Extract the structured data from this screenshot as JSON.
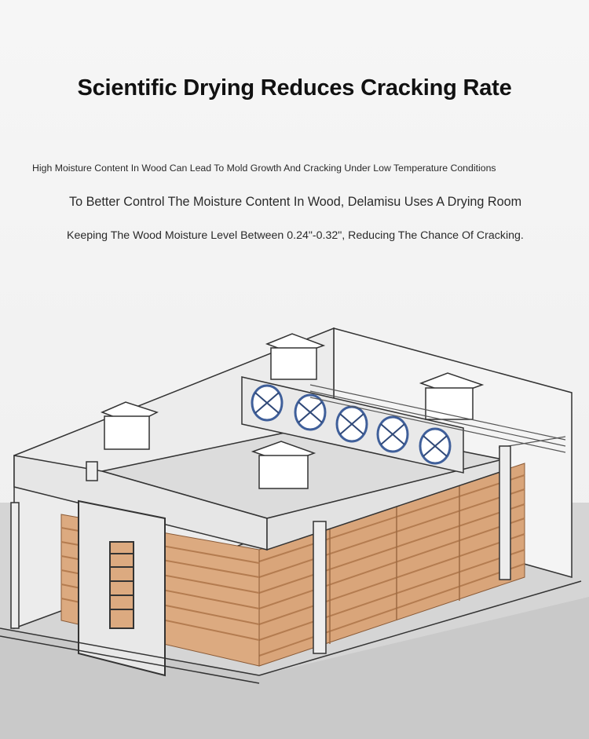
{
  "headline": "Scientific Drying Reduces Cracking Rate",
  "description": {
    "line1": "High Moisture Content In Wood Can Lead To Mold Growth And Cracking Under Low Temperature Conditions",
    "line2": "To Better Control The Moisture Content In Wood, Delamisu Uses A Drying Room",
    "line3": "Keeping The Wood Moisture Level Between 0.24\"-0.32\", Reducing The Chance Of Cracking."
  },
  "colors": {
    "background": "#f3f3f3",
    "wood": "#d9a57a",
    "wood_dark": "#c58b5c",
    "fan_blue": "#3f5f9a",
    "outline": "#333333",
    "floor": "#cfcfcf"
  },
  "icons": [
    "drying-room-illustration",
    "fan-icon",
    "roof-vent-icon",
    "wood-stack-icon",
    "door-icon"
  ]
}
